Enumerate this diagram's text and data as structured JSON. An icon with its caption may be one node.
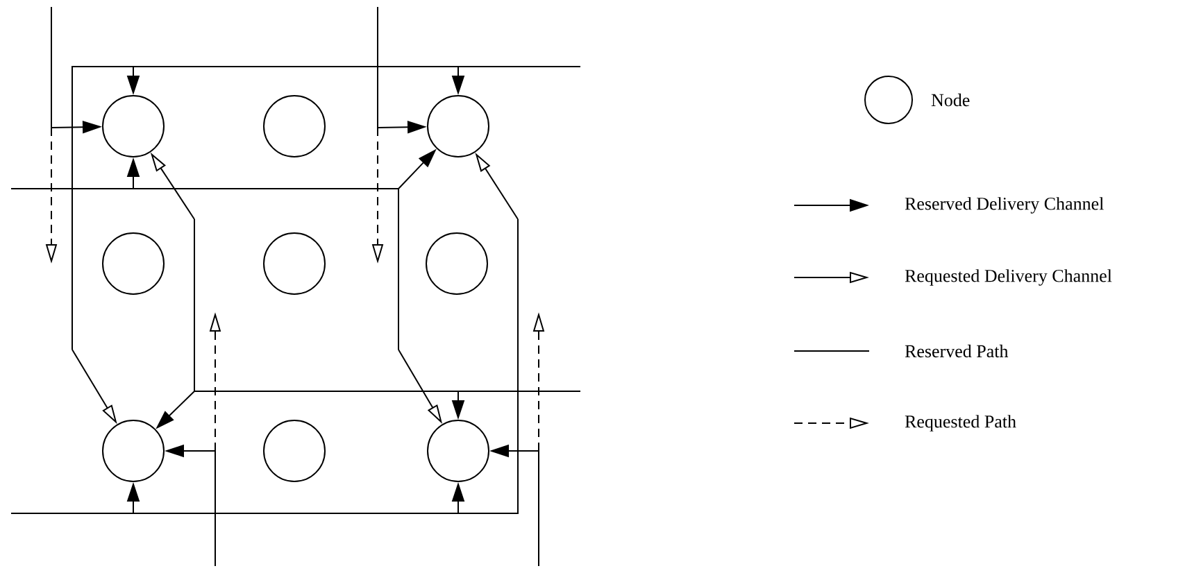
{
  "diagram": {
    "nodes": [
      {
        "text": [],
        "shape": "circle"
      },
      {
        "text": [],
        "shape": "circle"
      },
      {
        "text": [],
        "shape": "circle"
      },
      {
        "text": [],
        "shape": "circle"
      },
      {
        "text": [],
        "shape": "circle"
      },
      {
        "text": [],
        "shape": "circle"
      },
      {
        "text": [],
        "shape": "circle"
      },
      {
        "text": [],
        "shape": "circle"
      },
      {
        "text": [],
        "shape": "circle"
      }
    ],
    "edges": [
      {
        "from": null,
        "to": 0,
        "arrow": "to"
      },
      {
        "from": null,
        "to": 0,
        "arrow": "to"
      },
      {
        "from": null,
        "to": 0,
        "arrow": "to"
      },
      {
        "from": null,
        "to": 0,
        "arrow": "to"
      },
      {
        "from": null,
        "to": 2,
        "arrow": "to"
      },
      {
        "from": null,
        "to": 2,
        "arrow": "to"
      },
      {
        "from": null,
        "to": 2,
        "arrow": "to"
      },
      {
        "from": null,
        "to": 2,
        "arrow": "to"
      },
      {
        "from": null,
        "to": 6,
        "arrow": "to"
      },
      {
        "from": null,
        "to": 6,
        "arrow": "to"
      },
      {
        "from": null,
        "to": 6,
        "arrow": "to"
      },
      {
        "from": null,
        "to": 6,
        "arrow": "to"
      },
      {
        "from": null,
        "to": 8,
        "arrow": "to"
      },
      {
        "from": null,
        "to": 8,
        "arrow": "to"
      },
      {
        "from": null,
        "to": 8,
        "arrow": "to"
      },
      {
        "from": null,
        "to": 8,
        "arrow": "to"
      }
    ],
    "legend": [
      {
        "text": "Node"
      },
      {
        "text": "Reserved Delivery Channel"
      },
      {
        "text": "Requested Delivery Channel"
      },
      {
        "text": "Reserved Path"
      },
      {
        "text": "Requested Path"
      }
    ]
  }
}
